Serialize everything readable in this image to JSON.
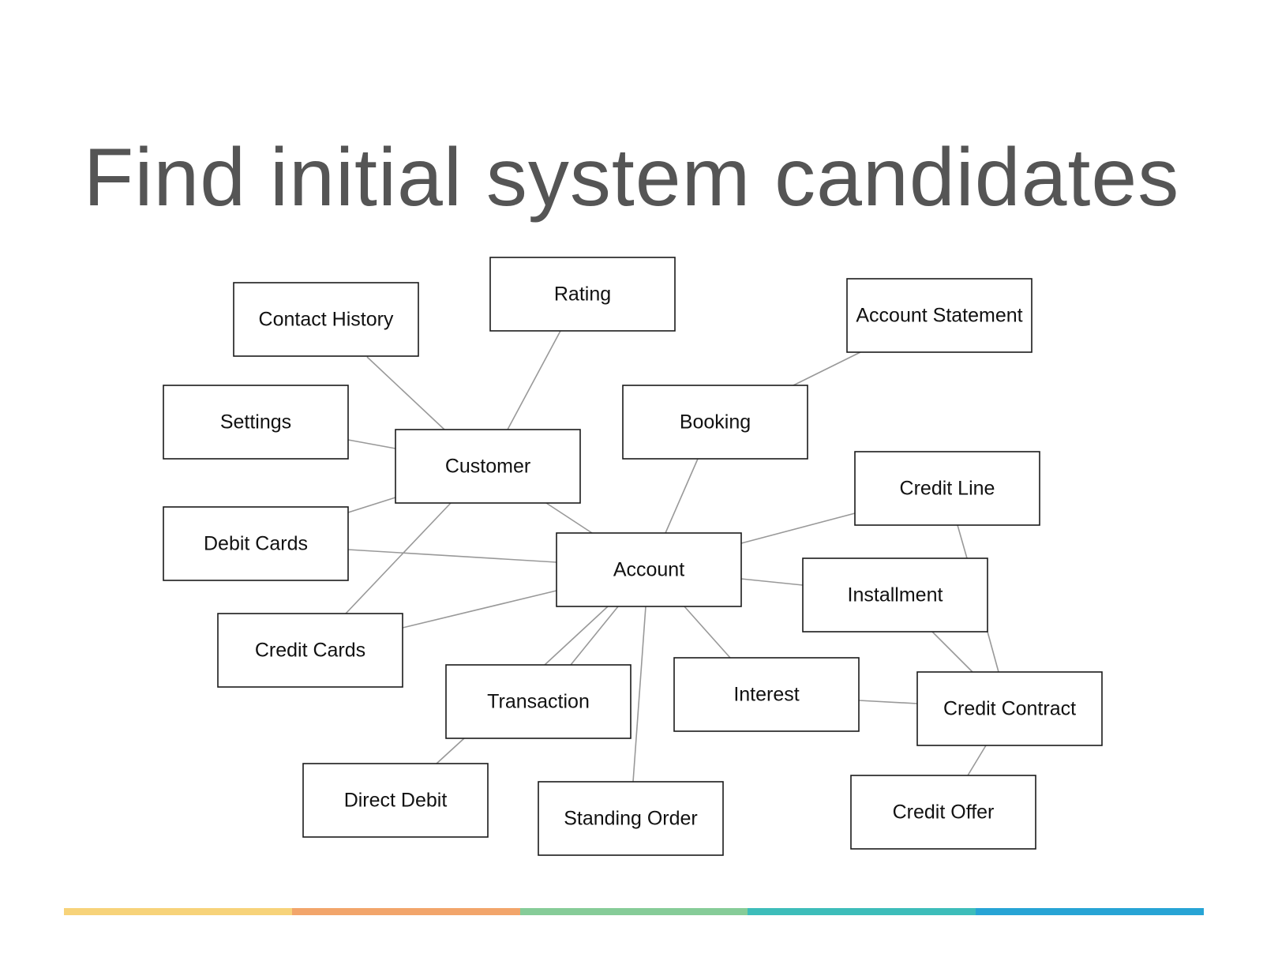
{
  "title": "Find initial system candidates",
  "diagram": {
    "nodes": [
      {
        "id": "rating",
        "label": "Rating"
      },
      {
        "id": "contact-history",
        "label": "Contact History"
      },
      {
        "id": "account-statement",
        "label": "Account Statement"
      },
      {
        "id": "settings",
        "label": "Settings"
      },
      {
        "id": "booking",
        "label": "Booking"
      },
      {
        "id": "customer",
        "label": "Customer"
      },
      {
        "id": "credit-line",
        "label": "Credit Line"
      },
      {
        "id": "debit-cards",
        "label": "Debit Cards"
      },
      {
        "id": "account",
        "label": "Account"
      },
      {
        "id": "installment",
        "label": "Installment"
      },
      {
        "id": "credit-cards",
        "label": "Credit Cards"
      },
      {
        "id": "transaction",
        "label": "Transaction"
      },
      {
        "id": "interest",
        "label": "Interest"
      },
      {
        "id": "credit-contract",
        "label": "Credit Contract"
      },
      {
        "id": "direct-debit",
        "label": "Direct Debit"
      },
      {
        "id": "standing-order",
        "label": "Standing Order"
      },
      {
        "id": "credit-offer",
        "label": "Credit Offer"
      }
    ],
    "edges": [
      {
        "from": "contact-history",
        "to": "customer"
      },
      {
        "from": "rating",
        "to": "customer"
      },
      {
        "from": "settings",
        "to": "customer"
      },
      {
        "from": "debit-cards",
        "to": "customer"
      },
      {
        "from": "credit-cards",
        "to": "customer"
      },
      {
        "from": "customer",
        "to": "account"
      },
      {
        "from": "account-statement",
        "to": "booking"
      },
      {
        "from": "booking",
        "to": "account"
      },
      {
        "from": "debit-cards",
        "to": "account"
      },
      {
        "from": "credit-cards",
        "to": "account"
      },
      {
        "from": "account",
        "to": "credit-line"
      },
      {
        "from": "account",
        "to": "installment"
      },
      {
        "from": "account",
        "to": "transaction"
      },
      {
        "from": "account",
        "to": "transaction"
      },
      {
        "from": "account",
        "to": "standing-order"
      },
      {
        "from": "account",
        "to": "interest"
      },
      {
        "from": "credit-line",
        "to": "installment"
      },
      {
        "from": "installment",
        "to": "credit-contract"
      },
      {
        "from": "installment",
        "to": "credit-contract"
      },
      {
        "from": "interest",
        "to": "credit-contract"
      },
      {
        "from": "credit-contract",
        "to": "credit-offer"
      },
      {
        "from": "transaction",
        "to": "direct-debit"
      }
    ]
  },
  "footer_stripe": {
    "colors": [
      "#F7D37A",
      "#F2A56B",
      "#86CC98",
      "#3DBDBA",
      "#27A4D5"
    ]
  }
}
